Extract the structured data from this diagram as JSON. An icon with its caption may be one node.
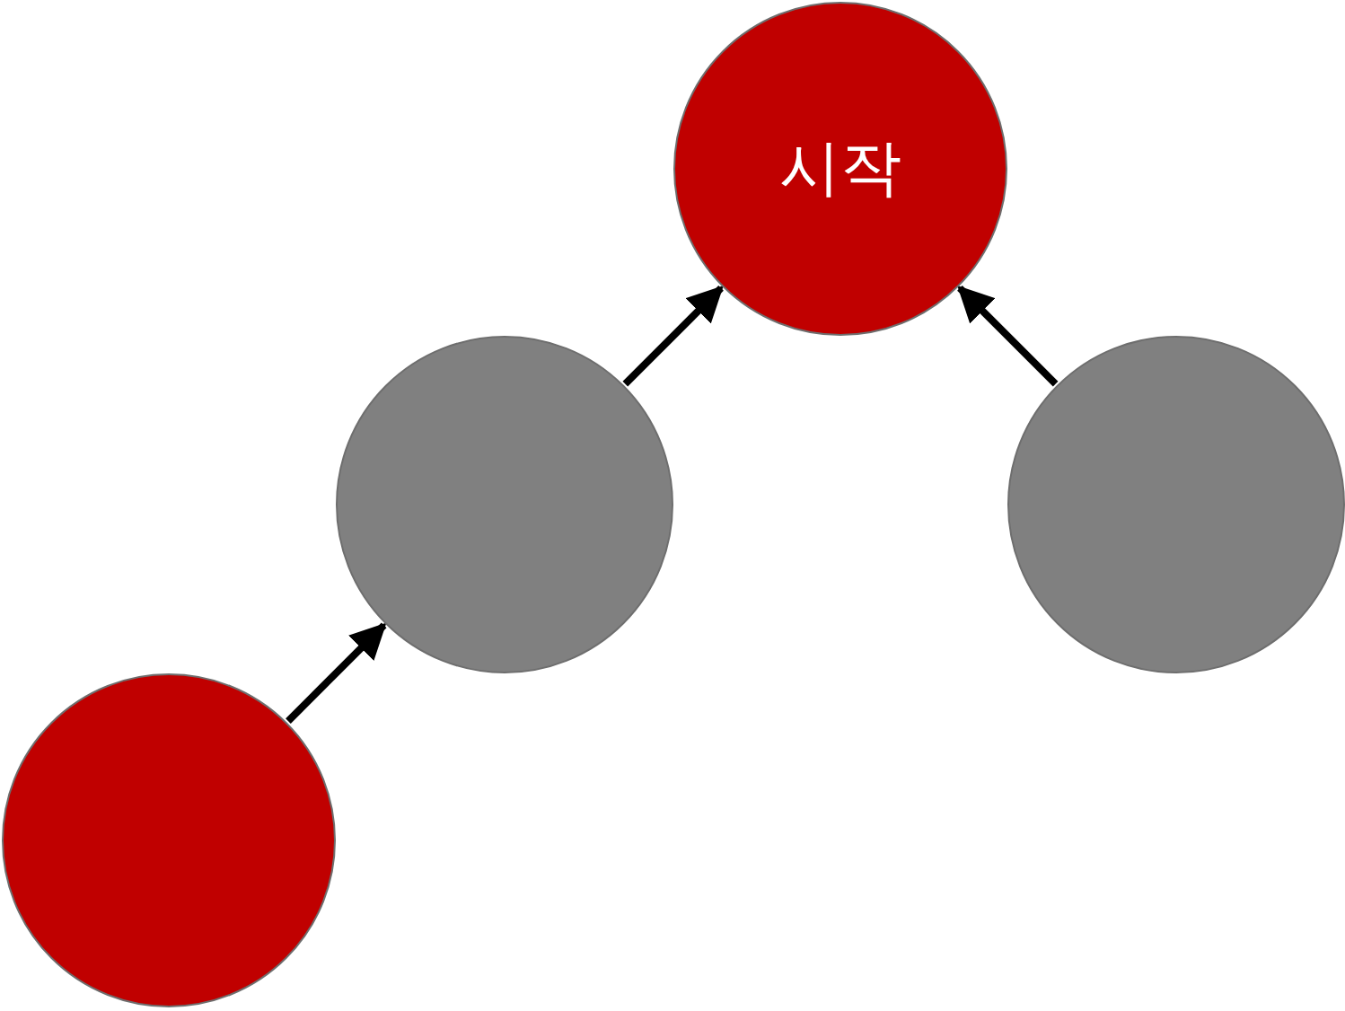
{
  "diagram": {
    "nodes": [
      {
        "text": [
          "시작"
        ]
      },
      {
        "text": [],
        "shape": "circle"
      },
      {
        "text": [],
        "shape": "circle"
      },
      {
        "text": [],
        "shape": "circle"
      }
    ],
    "edges": [
      {
        "from": 3,
        "to": 1,
        "arrow": "to"
      },
      {
        "from": 1,
        "to": 0,
        "arrow": "to"
      },
      {
        "from": 2,
        "to": 0,
        "arrow": "to"
      }
    ]
  }
}
